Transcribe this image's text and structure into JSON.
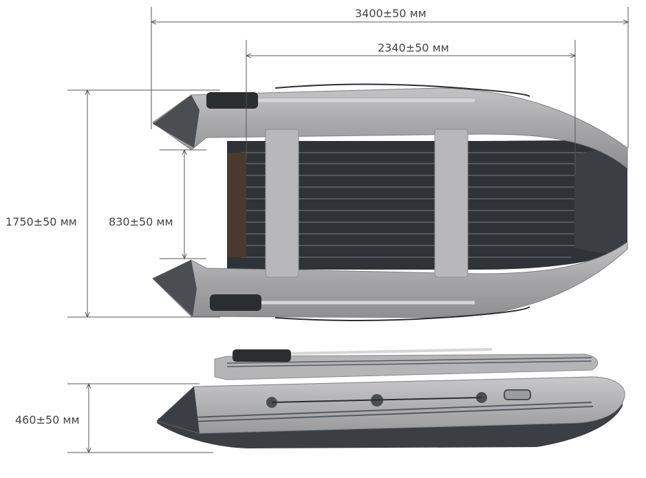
{
  "dimensions": {
    "overall_length": "3400±50 мм",
    "hull_length": "2340±50 мм",
    "overall_width": "1750±50 мм",
    "inner_width": "830±50 мм",
    "height": "460±50 мм"
  },
  "colors": {
    "tube_light": "#a9a9ab",
    "tube_edge": "#8e8e90",
    "hull_dark": "#3b3f44",
    "floor_dark": "#2e3236",
    "seat": "#b7b7b9",
    "transom": "#4a3a2e",
    "dimension_line": "#555555"
  }
}
